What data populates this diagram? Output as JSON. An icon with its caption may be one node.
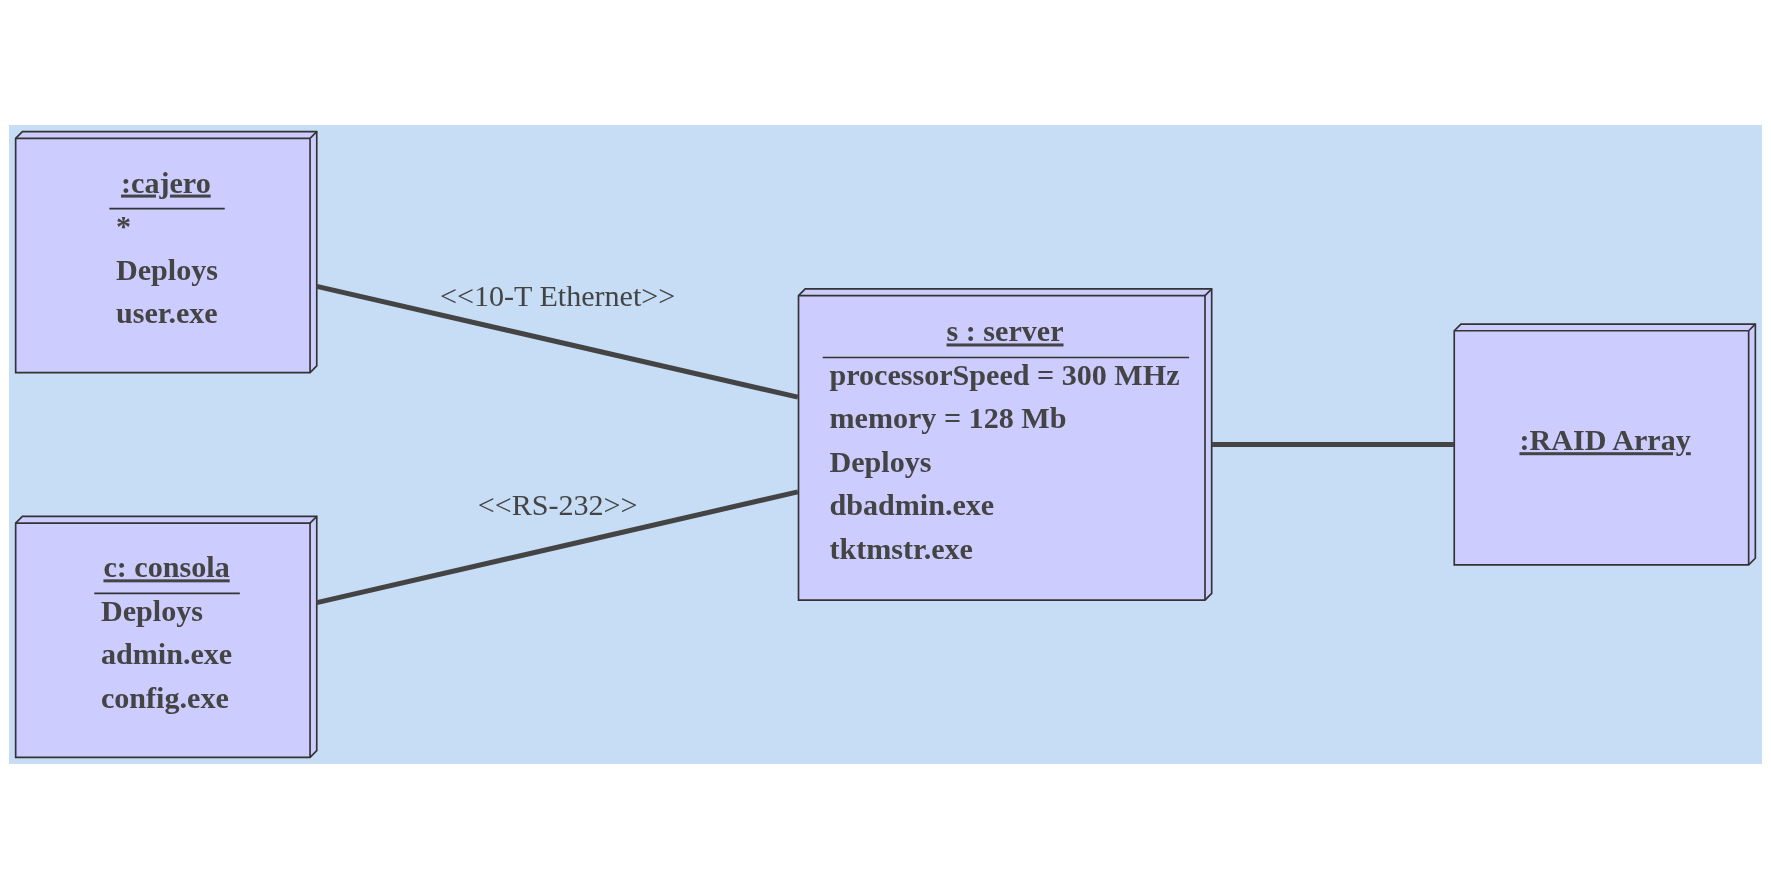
{
  "diagram": {
    "nodes": [
      {
        "text": [
          ":cajero",
          "*",
          "Deploys",
          "user.exe"
        ]
      },
      {
        "text": [
          "c: consola",
          "Deploys",
          "admin.exe",
          "config.exe"
        ]
      },
      {
        "text": [
          "s : server",
          "processorSpeed = 300 MHz",
          "memory = 128 Mb",
          "Deploys",
          "dbadmin.exe",
          "tktmstr.exe"
        ]
      },
      {
        "text": [
          ":RAID Array"
        ]
      }
    ],
    "edges": [
      {
        "from": 0,
        "to": 2,
        "arrow": "none",
        "label": "<<10-T Ethernet>>"
      },
      {
        "from": 1,
        "to": 2,
        "arrow": "none",
        "label": "<<RS-232>>"
      },
      {
        "from": 2,
        "to": 3,
        "arrow": "none"
      }
    ]
  }
}
